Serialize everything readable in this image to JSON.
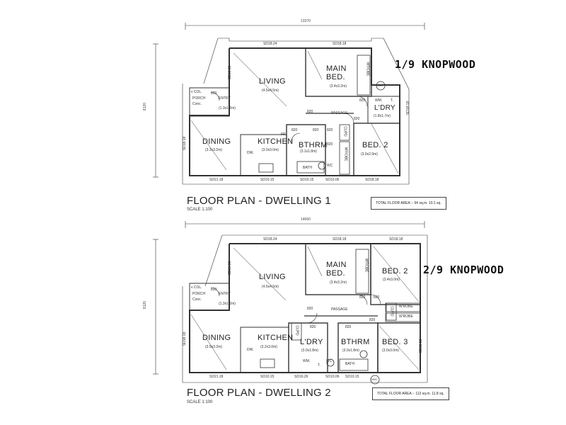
{
  "dwelling1": {
    "tag": "1/9 KNOPWOOD",
    "heading": "FLOOR PLAN - DWELLING 1",
    "scale": "SCALE 1:100",
    "area": "TOTAL FLOOR AREA :- 94 sq.m. 10.1 sq.",
    "overall_width": "13370",
    "overall_height": "8120",
    "rooms": {
      "living": "LIVING",
      "living_size": "(4.5x4.5m)",
      "main": "MAIN",
      "bed": "BED.",
      "main_size": "(3.4x3.2m)",
      "dining": "DINING",
      "dining_size": "(3.3x3.2m)",
      "kitchen": "KITCHEN",
      "kitchen_size": "(3.0x3.0m)",
      "bthrm": "BTHRM",
      "bthrm_size": "(3.1x1.8m)",
      "bed2": "BED. 2",
      "bed2_size": "(3.0x2.9m)",
      "ldry": "L'DRY",
      "ldry_size": "(1.8x1.7m)",
      "passage": "PASSAGE",
      "porch": "PORCH",
      "porch_sub": "Conc.",
      "entry": "ENTRY",
      "entry_size": "(1.3x1.2m)",
      "col": "v COL.",
      "bath": "BATH",
      "wrobe1": "W'ROBE",
      "wrobe2": "W'ROBE",
      "cupd": "CUPD",
      "wm": "WM.",
      "t": "T.",
      "hwc": "HWC",
      "wc": "WC",
      "dw": "DW.",
      "fr": "FR."
    },
    "dims": {
      "sd1": "SD18.24",
      "sd2": "SD18.18",
      "sd3": "SD10.15",
      "sd4": "SD18.18",
      "sd5": "SD21.18",
      "sd6": "SD10.15",
      "sd7": "SD10.15",
      "sd8": "SD10.06",
      "sd9": "SD18.18",
      "sd10": "SD18.18",
      "d820a": "820",
      "d820b": "820",
      "d820c": "820",
      "d820d": "820",
      "d820e": "820",
      "d820f": "820",
      "d820g": "820",
      "d820h": "820"
    }
  },
  "dwelling2": {
    "tag": "2/9 KNOPWOOD",
    "heading": "FLOOR PLAN - DWELLING 2",
    "scale": "SCALE 1:100",
    "area": "TOTAL FLOOR AREA :- 113 sq.m. 11.8 sq.",
    "overall_width": "14660",
    "overall_height": "8120",
    "rooms": {
      "living": "LIVING",
      "living_size": "(4.5x4.5m)",
      "main": "MAIN",
      "bed": "BED.",
      "main_size": "(3.4x3.2m)",
      "bed2": "BED. 2",
      "bed2_size": "(3.4x3.0m)",
      "dining": "DINING",
      "dining_size": "(3.5x3.2m)",
      "kitchen": "KITCHEN",
      "kitchen_size": "(3.2x3.0m)",
      "ldry": "L'DRY",
      "ldry_size": "(3.0x1.8m)",
      "bthrm": "BTHRM",
      "bthrm_size": "(3.0x1.8m)",
      "bed3": "BED. 3",
      "bed3_size": "(3.0x3.0m)",
      "passage": "PASSAGE",
      "porch": "PORCH",
      "porch_sub": "Conc.",
      "entry": "ENTRY",
      "entry_size": "(1.3x1.2m)",
      "col": "v COL.",
      "bath": "BATH",
      "wrobe1": "W'ROBE",
      "wrobe2": "W'ROBE",
      "wrobe3": "W'ROBE",
      "cupd1": "CUPD",
      "cupd2": "CUPD",
      "wm": "WM.",
      "t": "T.",
      "hwc": "HWC",
      "wc": "WC",
      "dw": "DW."
    },
    "dims": {
      "sd1": "SD18.24",
      "sd2": "SD18.18",
      "sd3": "SD18.18",
      "sd4": "SD10.15",
      "sd5": "SD18.18",
      "sd6": "SD21.18",
      "sd7": "SD10.15",
      "sd8": "SD16.26",
      "sd9": "SD10.06",
      "sd10": "SD10.15",
      "sd11": "SD18.18",
      "d820a": "820",
      "d820b": "820",
      "d820c": "820",
      "d820d": "820",
      "d820e": "820",
      "d820f": "820",
      "d820g": "820"
    }
  }
}
